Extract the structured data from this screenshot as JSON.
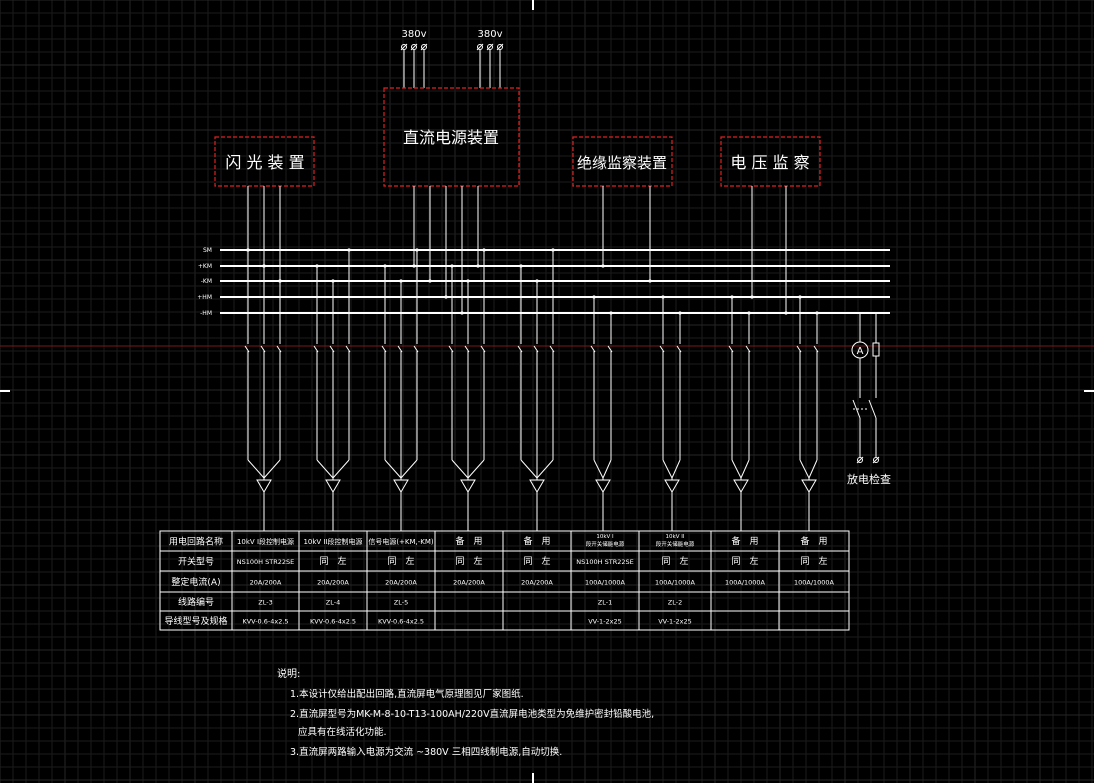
{
  "supply": {
    "left_label": "380v",
    "right_label": "380v"
  },
  "devices": {
    "flash": "闪 光 装 置",
    "dc_power": "直流电源装置",
    "insulation": "绝缘监察装置",
    "voltage": "电 压 监 察"
  },
  "bus_labels": [
    "SM",
    "+KM",
    "-KM",
    "+HM",
    "-HM"
  ],
  "ammeter_symbol": "A",
  "discharge_label": "放电检查",
  "table": {
    "row_headers": [
      "用电回路名称",
      "开关型号",
      "整定电流(A)",
      "线路编号",
      "导线型号及规格"
    ],
    "columns": [
      {
        "name": "10kV I段控制电源",
        "switch": "NS100H STR22SE",
        "current": "20A/200A",
        "line": "ZL-3",
        "cable": "KVV-0.6-4x2.5"
      },
      {
        "name": "10kV II段控制电源",
        "switch": "同　左",
        "current": "20A/200A",
        "line": "ZL-4",
        "cable": "KVV-0.6-4x2.5"
      },
      {
        "name": "信号电源(+KM,-KM)",
        "switch": "同　左",
        "current": "20A/200A",
        "line": "ZL-5",
        "cable": "KVV-0.6-4x2.5"
      },
      {
        "name": "备　用",
        "switch": "同　左",
        "current": "20A/200A",
        "line": "",
        "cable": ""
      },
      {
        "name": "备　用",
        "switch": "同　左",
        "current": "20A/200A",
        "line": "",
        "cable": ""
      },
      {
        "name": "10kV I\n段开关储能电源",
        "switch": "NS100H STR22SE",
        "current": "100A/1000A",
        "line": "ZL-1",
        "cable": "VV-1-2x25"
      },
      {
        "name": "10kV II\n段开关储能电源",
        "switch": "同　左",
        "current": "100A/1000A",
        "line": "ZL-2",
        "cable": "VV-1-2x25"
      },
      {
        "name": "备　用",
        "switch": "同　左",
        "current": "100A/1000A",
        "line": "",
        "cable": ""
      },
      {
        "name": "备　用",
        "switch": "同　左",
        "current": "100A/1000A",
        "line": "",
        "cable": ""
      }
    ]
  },
  "notes": {
    "title": "说明:",
    "lines": [
      "1.本设计仅给出配出回路,直流屏电气原理图见厂家图纸.",
      "2.直流屏型号为MK-M-8-10-T13-100AH/220V直流屏电池类型为免维护密封铅酸电池,",
      "应具有在线活化功能.",
      "3.直流屏两路输入电源为交流 ~380V 三相四线制电源,自动切换."
    ]
  },
  "colors": {
    "background": "#000000",
    "line": "#ffffff",
    "device_box": "#e02020",
    "crosshair": "#7a1a1a"
  }
}
